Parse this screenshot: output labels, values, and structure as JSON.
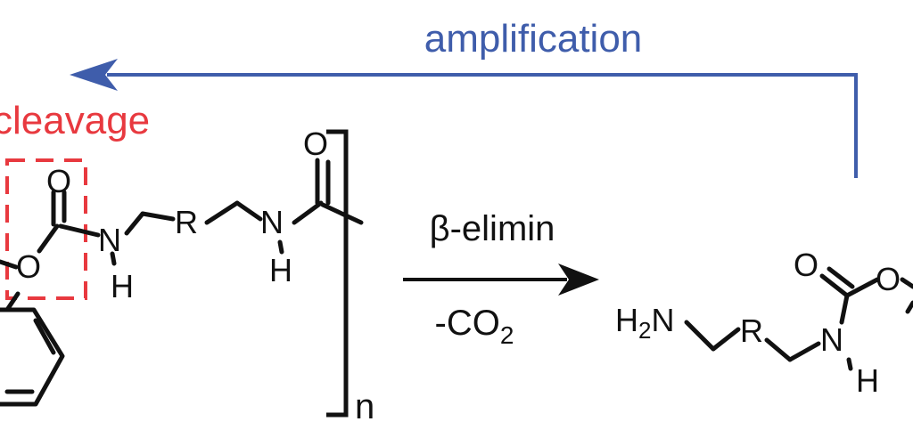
{
  "colors": {
    "ink": "#111111",
    "amplification": "#3f5dab",
    "cleavage": "#e8393f"
  },
  "labels": {
    "amplification": "amplification",
    "cleavage": "cleavage",
    "arrow_top": "β-elimin",
    "arrow_bottom_main": "-CO",
    "arrow_bottom_sub": "2",
    "repeat_n": "n"
  },
  "atoms": {
    "left_carbonyl_o": "O",
    "left_ester_o": "O",
    "left_nh_n": "N",
    "left_nh_h": "H",
    "left_r": "R",
    "right_nh_n": "N",
    "right_nh_h": "H",
    "right_carbonyl_o": "O",
    "prod_h2": "H",
    "prod_h2_sub": "2",
    "prod_n": "N",
    "prod_r": "R",
    "prod_nh_n": "N",
    "prod_nh_h": "H",
    "prod_carbonyl_o": "O",
    "prod_ester_o": "O"
  }
}
